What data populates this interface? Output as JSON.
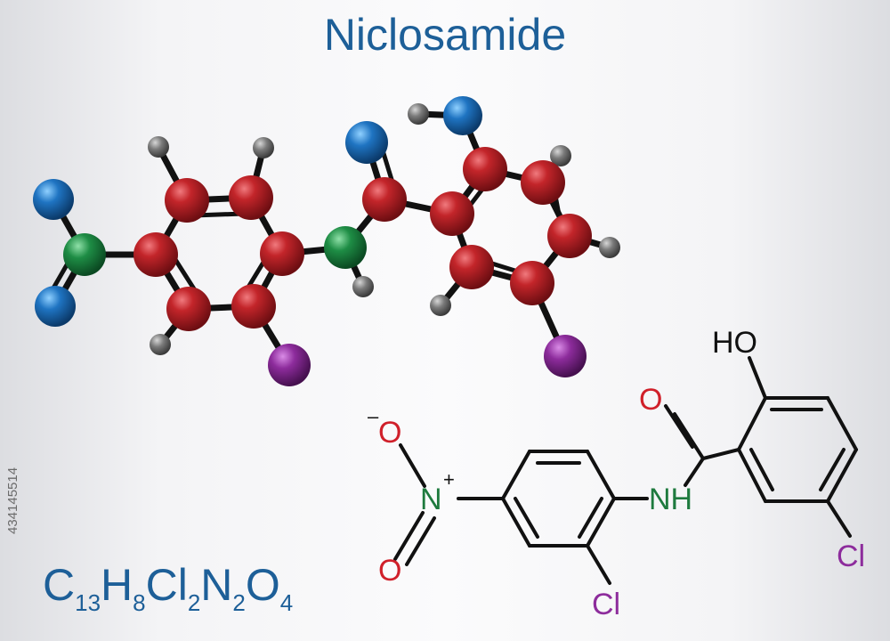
{
  "title": "Niclosamide",
  "formula": {
    "parts": [
      {
        "el": "C",
        "n": "13"
      },
      {
        "el": "H",
        "n": "8"
      },
      {
        "el": "Cl",
        "n": "2"
      },
      {
        "el": "N",
        "n": "2"
      },
      {
        "el": "O",
        "n": "4"
      }
    ]
  },
  "stock_id": "434145514",
  "structure_labels": {
    "hydroxyl": "HO",
    "carbonyl_oxygen": "O",
    "amide_nh": "NH",
    "nitro_n": "N",
    "nitro_plus": "+",
    "nitro_o_upper": "O",
    "nitro_minus": "–",
    "nitro_o_lower": "O",
    "chlorine_left": "Cl",
    "chlorine_right": "Cl"
  },
  "colors": {
    "title": "#1d5f98",
    "carbon": "#c3252a",
    "hydrogen": "#7a7a7a",
    "oxygen": "#1f74c2",
    "nitrogen": "#1e8d45",
    "chlorine": "#8d2c9c",
    "label_oxygen": "#d0202a",
    "label_nitrogen": "#1e7a3e",
    "label_chlorine": "#8d2c9c",
    "bond": "#111111"
  }
}
